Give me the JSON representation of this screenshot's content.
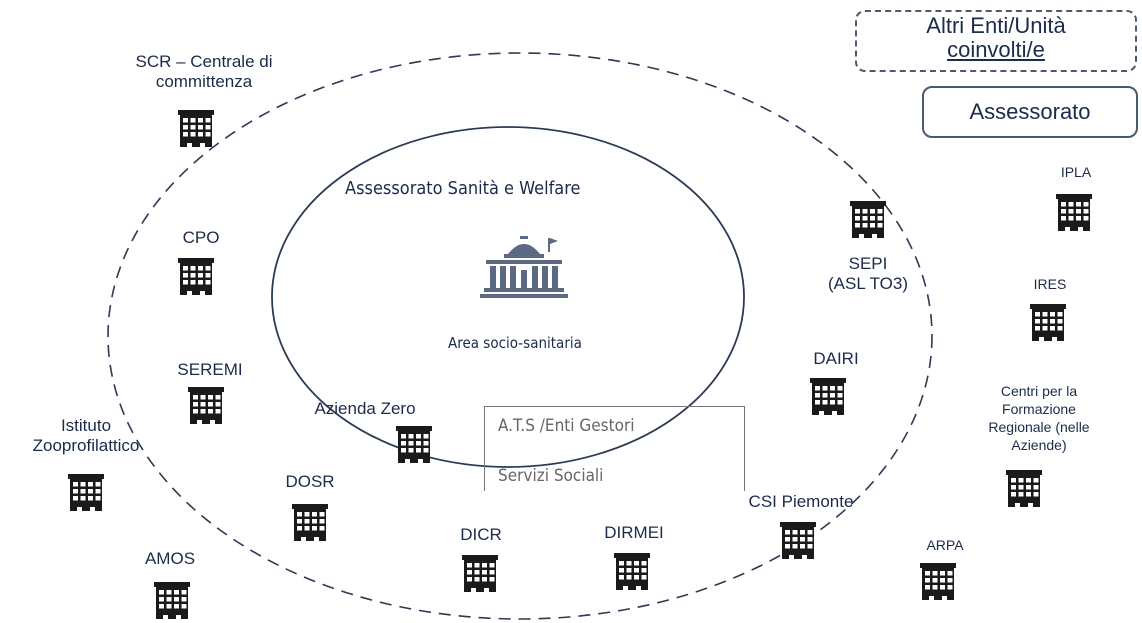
{
  "legend": {
    "other_entities": "Altri Enti/Unità coinvolti/e",
    "other_entities_line1": "Altri Enti/Unità",
    "other_entities_line2": "coinvolti/e",
    "department": "Assessorato"
  },
  "center": {
    "title": "Assessorato Sanità e Welfare",
    "subtitle": "Area socio-sanitaria",
    "icon": "government-building-icon"
  },
  "ats_box": {
    "line1": "A.T.S /Enti Gestori",
    "line2": "Servizi Sociali"
  },
  "entities": {
    "scr": {
      "line1": "SCR – Centrale di",
      "line2": "committenza"
    },
    "cpo": "CPO",
    "seremi": "SEREMI",
    "istituto": {
      "line1": "Istituto",
      "line2": "Zooprofilattico"
    },
    "amos": "AMOS",
    "dosr": "DOSR",
    "azienda_zero": "Azienda Zero",
    "dicr": "DICR",
    "dirmei": "DIRMEI",
    "csi": "CSI Piemonte",
    "dairi": "DAIRI",
    "sepi": {
      "line1": "SEPI",
      "line2": "(ASL TO3)"
    },
    "ipla": "IPLA",
    "ires": "IRES",
    "centri": {
      "line1": "Centri per la",
      "line2": "Formazione",
      "line3": "Regionale (nelle",
      "line4": "Aziende)"
    },
    "arpa": "ARPA"
  },
  "icon_name": "office-building-icon",
  "colors": {
    "text": "#1c2b4a",
    "icon": "#1a1a1a",
    "ellipse": "#2b3a55",
    "ats_border": "#777777"
  }
}
